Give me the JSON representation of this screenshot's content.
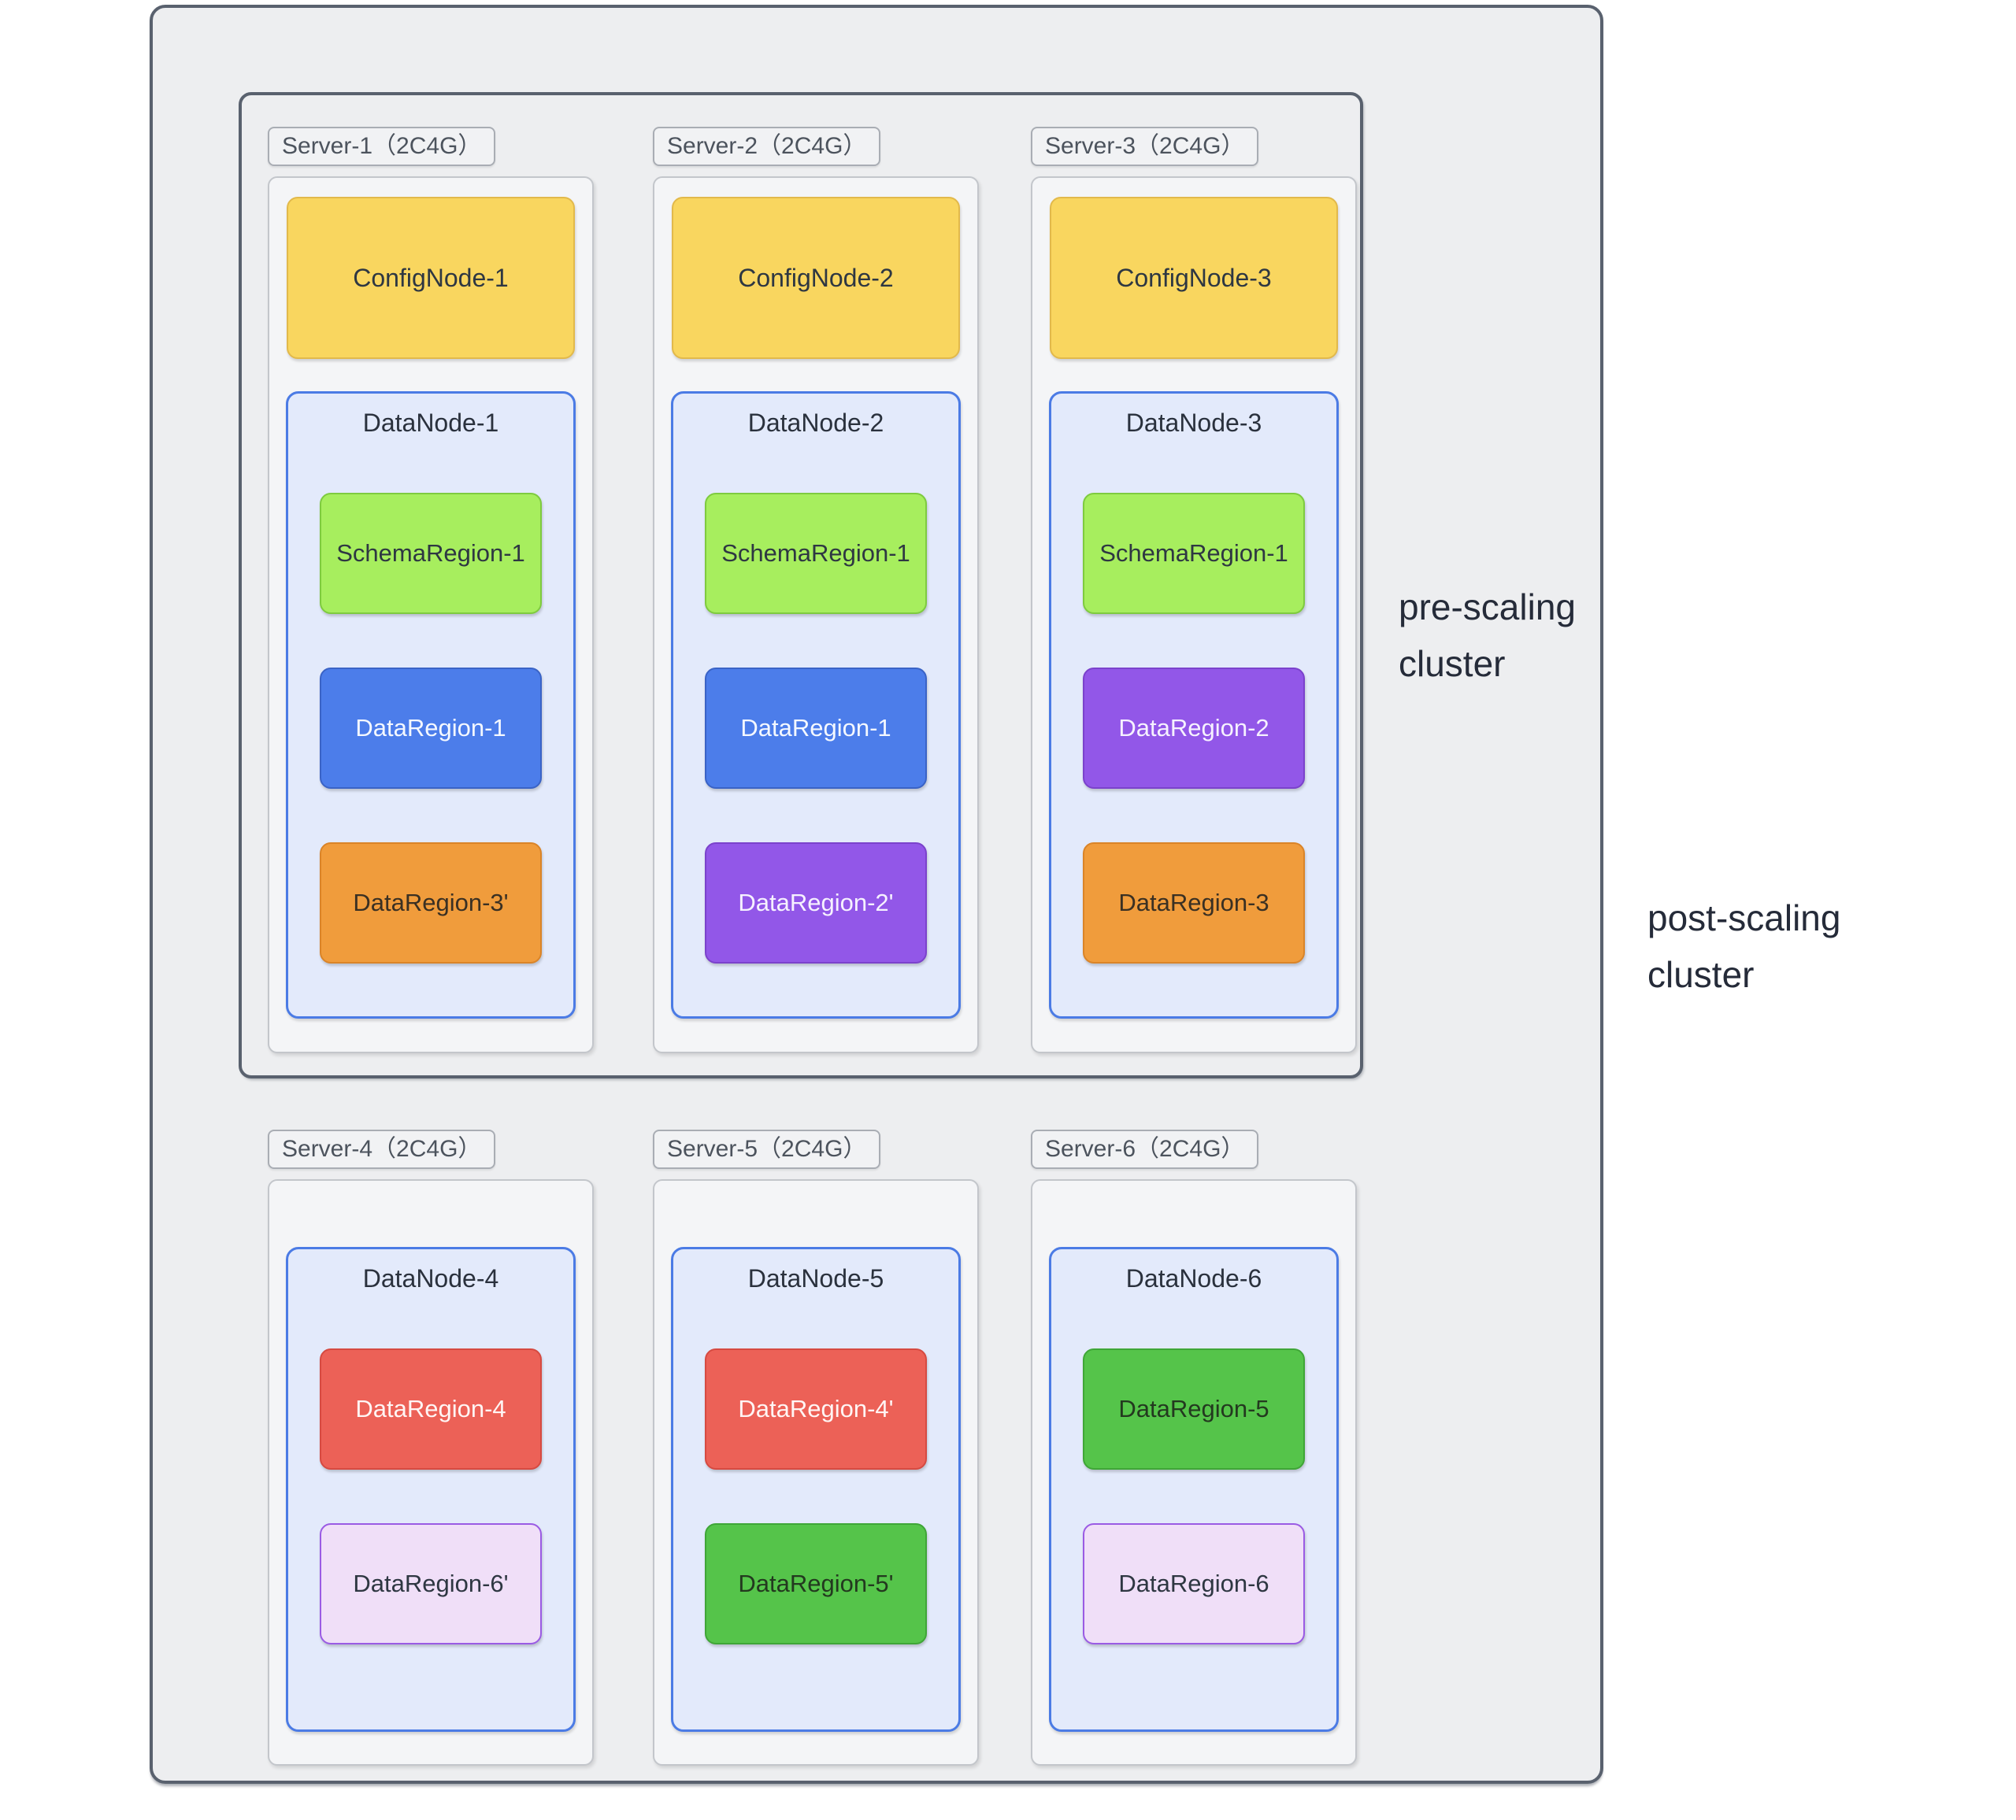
{
  "annotations": {
    "pre": {
      "line1": "pre-scaling",
      "line2": "cluster"
    },
    "post": {
      "line1": "post-scaling",
      "line2": "cluster"
    }
  },
  "pre_scaling": {
    "servers": [
      {
        "label": "Server-1（2C4G）",
        "config": "ConfigNode-1",
        "datanode": "DataNode-1",
        "regions": [
          {
            "text": "SchemaRegion-1",
            "type": "schema"
          },
          {
            "text": "DataRegion-1",
            "type": "blue"
          },
          {
            "text": "DataRegion-3'",
            "type": "orange"
          }
        ]
      },
      {
        "label": "Server-2（2C4G）",
        "config": "ConfigNode-2",
        "datanode": "DataNode-2",
        "regions": [
          {
            "text": "SchemaRegion-1",
            "type": "schema"
          },
          {
            "text": "DataRegion-1",
            "type": "blue"
          },
          {
            "text": "DataRegion-2'",
            "type": "purple"
          }
        ]
      },
      {
        "label": "Server-3（2C4G）",
        "config": "ConfigNode-3",
        "datanode": "DataNode-3",
        "regions": [
          {
            "text": "SchemaRegion-1",
            "type": "schema"
          },
          {
            "text": "DataRegion-2",
            "type": "purple"
          },
          {
            "text": "DataRegion-3",
            "type": "orange"
          }
        ]
      }
    ]
  },
  "post_scaling": {
    "servers": [
      {
        "label": "Server-4（2C4G）",
        "datanode": "DataNode-4",
        "regions": [
          {
            "text": "DataRegion-4",
            "type": "red"
          },
          {
            "text": "DataRegion-6'",
            "type": "lavender"
          }
        ]
      },
      {
        "label": "Server-5（2C4G）",
        "datanode": "DataNode-5",
        "regions": [
          {
            "text": "DataRegion-4'",
            "type": "red"
          },
          {
            "text": "DataRegion-5'",
            "type": "green"
          }
        ]
      },
      {
        "label": "Server-6（2C4G）",
        "datanode": "DataNode-6",
        "regions": [
          {
            "text": "DataRegion-5",
            "type": "green"
          },
          {
            "text": "DataRegion-6",
            "type": "lavender"
          }
        ]
      }
    ]
  },
  "colors": {
    "page_bg": "#FFFFFF",
    "panel_bg": "#EDEEF0",
    "panel_border": "#59616E",
    "server_box_bg": "#F4F5F7",
    "server_box_border": "#C3C6CB",
    "server_label_bg": "#F1F2F4",
    "server_label_border": "#A9ADB4",
    "server_label_text": "#4C535D",
    "confignode_fill": "#F9D65F",
    "confignode_border": "#E2B94B",
    "datanode_fill": "#E3EAFB",
    "datanode_border": "#4B7BE5",
    "schema_region_fill": "#A7EE5E",
    "schema_region_border": "#7ECB3F",
    "data_region_blue": "#4C7DEA",
    "data_region_purple": "#9257E8",
    "data_region_orange": "#F09C3C",
    "data_region_red": "#EC6157",
    "data_region_green": "#55C44A",
    "data_region_lavender": "#F0DFF8",
    "annotation_text": "#252B39"
  }
}
